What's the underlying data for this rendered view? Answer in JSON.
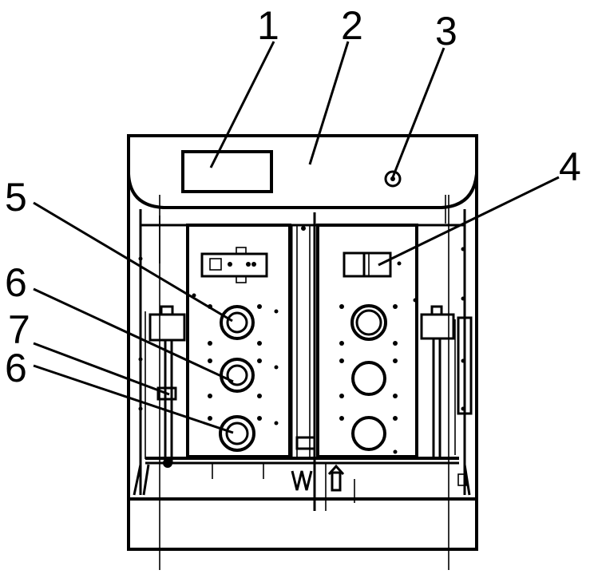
{
  "callouts": [
    {
      "id": "callout-1",
      "text": "1"
    },
    {
      "id": "callout-2",
      "text": "2"
    },
    {
      "id": "callout-3",
      "text": "3"
    },
    {
      "id": "callout-4",
      "text": "4"
    },
    {
      "id": "callout-5",
      "text": "5"
    },
    {
      "id": "callout-6a",
      "text": "6"
    },
    {
      "id": "callout-7",
      "text": "7"
    },
    {
      "id": "callout-6b",
      "text": "6"
    }
  ],
  "colors": {
    "ink": "#000000",
    "paper": "#ffffff"
  }
}
